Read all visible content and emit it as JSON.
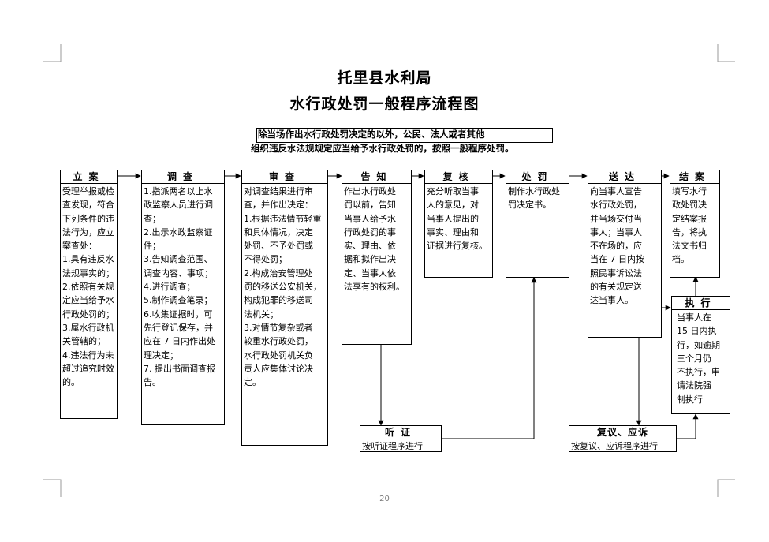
{
  "document": {
    "org_title": "托里县水利局",
    "chart_title": "水行政处罚一般程序流程图",
    "note_line1": "除当场作出水行政处罚决定的以外，公民、法人或者其他",
    "note_line2": "组织违反水法规规定应当给予水行政处罚的，按照一般程序处罚。",
    "page_number": "20"
  },
  "steps": [
    {
      "title": "立案",
      "lines": [
        "受理举报或检",
        "查发现，符合",
        "下列条件的违",
        "法行为，应立",
        "案查处：",
        "1.具有违反水",
        "法规事实的；",
        "2.依照有关规",
        "定应当给予水",
        "行政处罚的；",
        "3.属水行政机",
        "关管辖的；",
        "4.违法行为未",
        "超过追究时效",
        "的。"
      ]
    },
    {
      "title": "调查",
      "lines": [
        "1.指派两名以上水",
        "政监察人员进行调",
        "查；",
        "2.出示水政监察证",
        "件；",
        "3.告知调查范围、",
        "调查内容、事项；",
        "4.进行调查；",
        "5.制作调查笔录；",
        "6.收集证据时，可",
        "先行登记保存，并",
        "应在 7 日内作出处",
        "理决定；",
        "7. 提出书面调查报",
        "告。"
      ]
    },
    {
      "title": "审查",
      "lines": [
        "对调查结果进行审",
        "查，并作出决定：",
        "1.根据违法情节轻重",
        "和具体情况，决定",
        "处罚、不予处罚或",
        "不得处罚；",
        "2.构成治安管理处",
        "罚的移送公安机关，",
        "构成犯罪的移送司",
        "法机关；",
        "3.对情节复杂或者",
        "较重水行政处罚，",
        "水行政处罚机关负",
        "责人应集体讨论决",
        "定。"
      ]
    },
    {
      "title": "告知",
      "lines": [
        "作出水行政处",
        "罚以前，告知",
        "当事人给予水",
        "行政处罚的事",
        "实、理由、依",
        "据和拟作出决",
        "定、当事人依",
        "法享有的权利。"
      ]
    },
    {
      "title": "复核",
      "lines": [
        "充分听取当事",
        "人的意见，对",
        "当事人提出的",
        "事实、理由和",
        "证据进行复核。"
      ]
    },
    {
      "title": "处罚",
      "lines": [
        "制作水行政处",
        "罚决定书。"
      ]
    },
    {
      "title": "送达",
      "lines": [
        "向当事人宣告",
        "水行政处罚，",
        "并当场交付当",
        "事人；当事人",
        "不在场的，应",
        "当在 7 日内按",
        "照民事诉讼法",
        "的有关规定送",
        "达当事人。"
      ]
    },
    {
      "title": "结案",
      "lines": [
        "填写水行",
        "政处罚决",
        "定结案报",
        "告，将执",
        "法文书归",
        "档。"
      ]
    },
    {
      "title": "执行",
      "lines": [
        "当事人在",
        "15 日内执",
        "行，如逾期",
        "三个月仍",
        "不执行，申",
        "请法院强",
        "制执行"
      ]
    }
  ],
  "side_boxes": {
    "hearing": {
      "title": "听证",
      "text": "按听证程序进行"
    },
    "appeal": {
      "title": "复议、应诉",
      "text": "按复议、应诉程序进行"
    }
  }
}
